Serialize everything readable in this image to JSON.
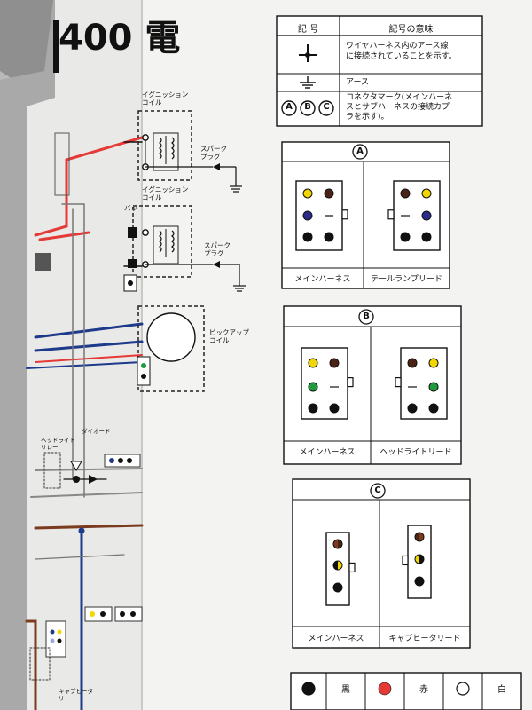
{
  "title_fragment": "400 電",
  "legend": {
    "head_symbol": "記 号",
    "head_meaning": "記号の意味",
    "rows": [
      {
        "icon": "wire-ground-icon",
        "text": "ワイヤハーネス内のアース線\nに接続されていることを示す。"
      },
      {
        "icon": "earth-ground-icon",
        "text": "アース"
      },
      {
        "icon": "connector-mark-icon",
        "letters": [
          "A",
          "B",
          "C"
        ],
        "text": "コネクタマーク(メインハーネ\nスとサブハーネスの接続カプ\nラを示す)。"
      }
    ]
  },
  "left_labels": {
    "ignition_coil_1": "イグニッション\nコイル",
    "spark_plug_1": "スパーク\nプラグ",
    "ignition_coil_2": "イグニッション\nコイル",
    "spark_plug_2": "スパーク\nプラグ",
    "partial_ba": "バッ",
    "pickup_coil": "ピックアップ\nコイル",
    "headlight_relay": "ヘッドライト\nリレー",
    "diode": "ダイオード",
    "cap_heater": "キャブヒータ\nリ"
  },
  "connector_panels": [
    {
      "letter": "A",
      "left_caption": "メインハーネス",
      "right_caption": "テールランプリード"
    },
    {
      "letter": "B",
      "left_caption": "メインハーネス",
      "right_caption": "ヘッドライトリード"
    },
    {
      "letter": "C",
      "left_caption": "メインハーネス",
      "right_caption": "キャブヒータリード"
    }
  ],
  "color_key": [
    {
      "name": "黒",
      "color": "#111111"
    },
    {
      "name": "赤",
      "color": "#e53935"
    },
    {
      "name": "白",
      "color": "#ffffff"
    }
  ],
  "colors": {
    "red_wire": "#e53935",
    "blue_wire": "#1e3a8a",
    "brown_wire": "#7a3b1e",
    "yellow": "#f2d600",
    "green": "#1f9a3c",
    "dark_brown": "#4a2316",
    "navy": "#2b2b8c"
  }
}
